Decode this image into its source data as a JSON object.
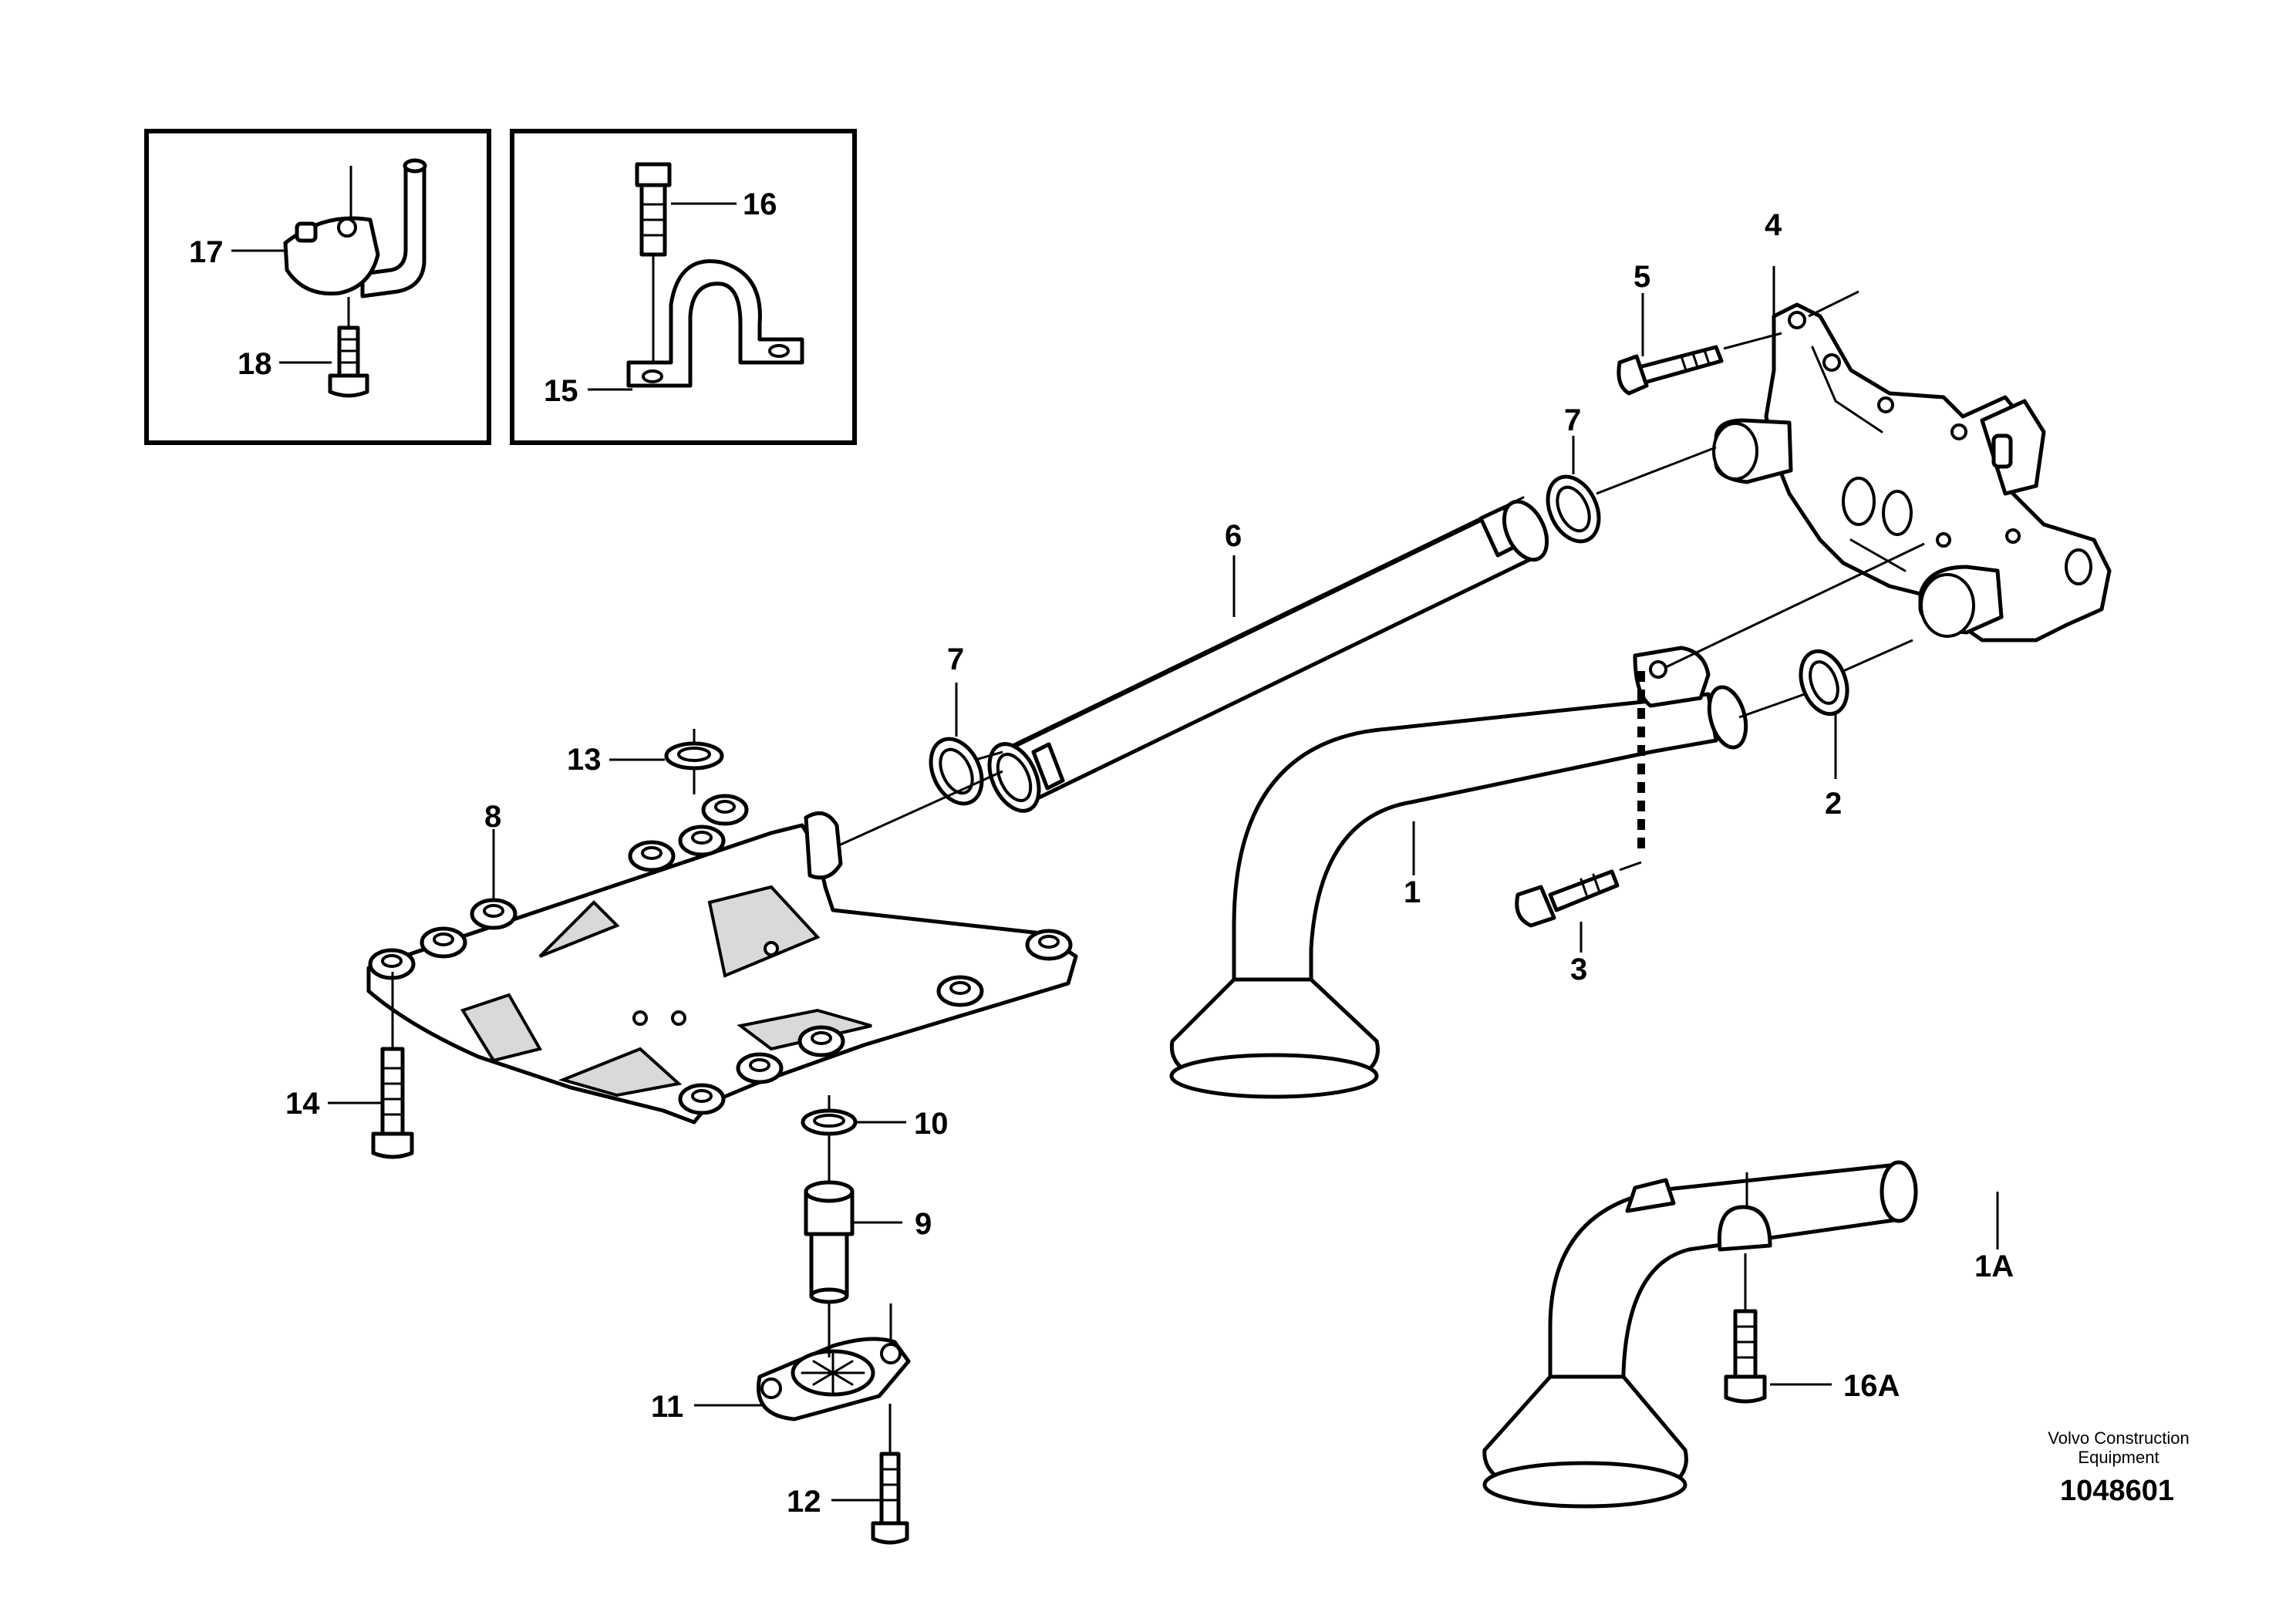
{
  "callouts": {
    "c1": "1",
    "c1A": "1A",
    "c2": "2",
    "c3": "3",
    "c4": "4",
    "c5": "5",
    "c6": "6",
    "c7a": "7",
    "c7b": "7",
    "c8": "8",
    "c9": "9",
    "c10": "10",
    "c11": "11",
    "c12": "12",
    "c13": "13",
    "c14": "14",
    "c15": "15",
    "c16": "16",
    "c16A": "16A",
    "c17": "17",
    "c18": "18"
  },
  "footer": {
    "brand_line1": "Volvo Construction",
    "brand_line2": "Equipment",
    "drawing_number": "1048601"
  }
}
